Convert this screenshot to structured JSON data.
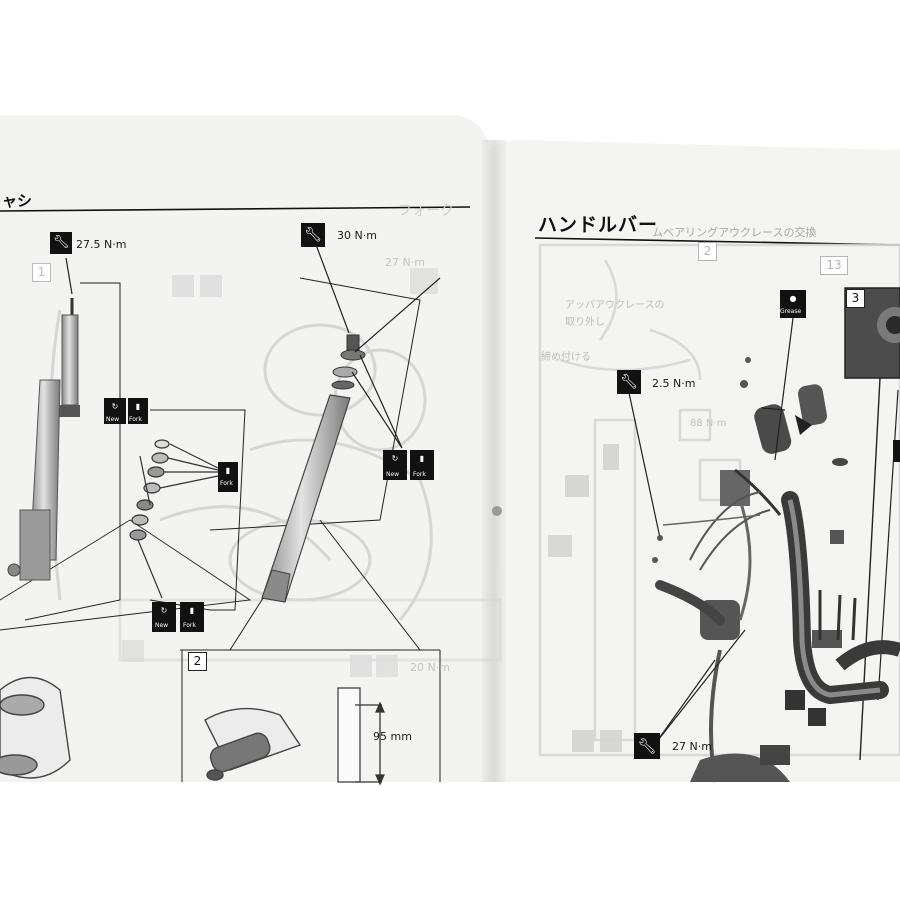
{
  "left_page": {
    "header": "ャシ",
    "torque_values": {
      "fork_bolt": "27.5 N·m",
      "cap_bolt": "30 N·m",
      "faded_top": "27 N·m",
      "faded_bottom": "20 N·m"
    },
    "step_boxes": {
      "step_1": "1",
      "step_2": "2"
    },
    "dimension": "95 mm",
    "icon_labels": {
      "new": "New",
      "fork": "Fork"
    },
    "faded_header": "フォーク"
  },
  "right_page": {
    "header": "ハンドルバー",
    "subheader": "ムベアリングアウクレースの交換",
    "torque_values": {
      "lever_screw": "2.5 N·m",
      "holder_bolt": "27 N·m",
      "faded_torque": "88 N·m"
    },
    "step_boxes": {
      "step_2": "2",
      "step_3": "3",
      "step_13": "13"
    },
    "grease_label": "Grease",
    "faded_notes": {
      "note_1": "アッパアウクレースの",
      "note_2": "取り外し",
      "note_3": "締め付ける"
    }
  },
  "colors": {
    "paper": "#f3f3f1",
    "background": "#ffffff",
    "ink": "#111111",
    "faded": "#cfcfcf"
  }
}
